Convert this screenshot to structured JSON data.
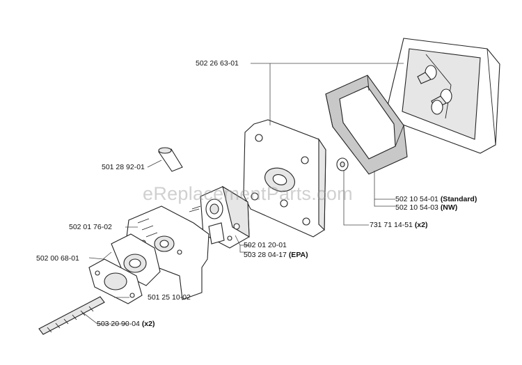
{
  "watermark": "eReplacementParts.com",
  "parts": {
    "air_filter_cover": "502 26 63-01",
    "air_filter_standard_number": "502 10 54-01",
    "air_filter_standard_note": "(Standard)",
    "air_filter_nw_number": "502 10 54-03",
    "air_filter_nw_note": "(NW)",
    "washer_number": "731 71 14-51",
    "washer_qty": "(x2)",
    "fuel_hose": "501 28 92-01",
    "heat_shield": "502 01 76-02",
    "carburetor": "502 01 20-01",
    "carburetor_epa_number": "503 28 04-17",
    "carburetor_epa_note": "(EPA)",
    "intake_boot": "502 00 68-01",
    "gasket": "501 25 10-02",
    "stud_number": "503 20 90-04",
    "stud_qty": "(x2)"
  }
}
